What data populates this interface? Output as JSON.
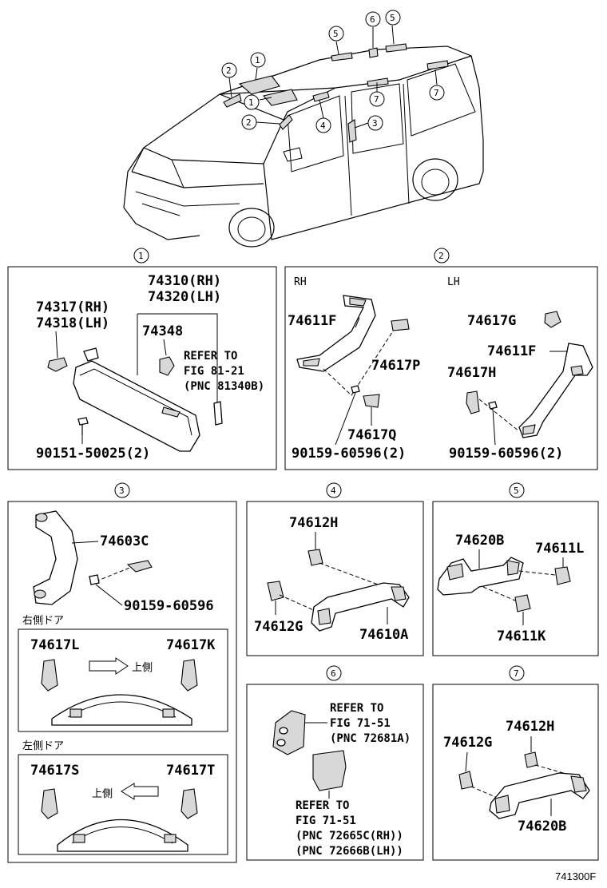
{
  "footer_code": "741300F",
  "callouts": {
    "c1": "1",
    "c2": "2",
    "c3": "3",
    "c4": "4",
    "c5": "5",
    "c6": "6",
    "c7": "7"
  },
  "panel1": {
    "label_rh_lh_visor": [
      "74310(RH)",
      "74320(LH)"
    ],
    "label_holder": [
      "74317(RH)",
      "74318(LH)"
    ],
    "label_clip": "74348",
    "refer": [
      "REFER TO",
      "FIG 81-21",
      "(PNC 81340B)"
    ],
    "screw": "90151-50025(2)"
  },
  "panel2": {
    "rh": "RH",
    "lh": "LH",
    "rh_grip": "74611F",
    "rh_cover_p": "74617P",
    "rh_cover_q": "74617Q",
    "rh_screw": "90159-60596(2)",
    "lh_cover_g": "74617G",
    "lh_grip": "74611F",
    "lh_cover_h": "74617H",
    "lh_screw": "90159-60596(2)"
  },
  "panel3": {
    "grip": "74603C",
    "screw": "90159-60596",
    "right_door": "右側ドア",
    "left_door": "左側ドア",
    "right_l": "74617L",
    "right_k": "74617K",
    "up_right": "上側",
    "left_s": "74617S",
    "left_t": "74617T",
    "up_left": "上側"
  },
  "panel4": {
    "cap_h": "74612H",
    "cap_g": "74612G",
    "grip": "74610A"
  },
  "panel5": {
    "grip": "74620B",
    "cap_l": "74611L",
    "cap_k": "74611K"
  },
  "panel6": {
    "refer_a": [
      "REFER TO",
      "FIG 71-51",
      "(PNC 72681A)"
    ],
    "refer_b": [
      "REFER TO",
      "FIG 71-51",
      "(PNC 72665C(RH))",
      "(PNC 72666B(LH))"
    ]
  },
  "panel7": {
    "cap_h": "74612H",
    "cap_g": "74612G",
    "grip": "74620B"
  }
}
